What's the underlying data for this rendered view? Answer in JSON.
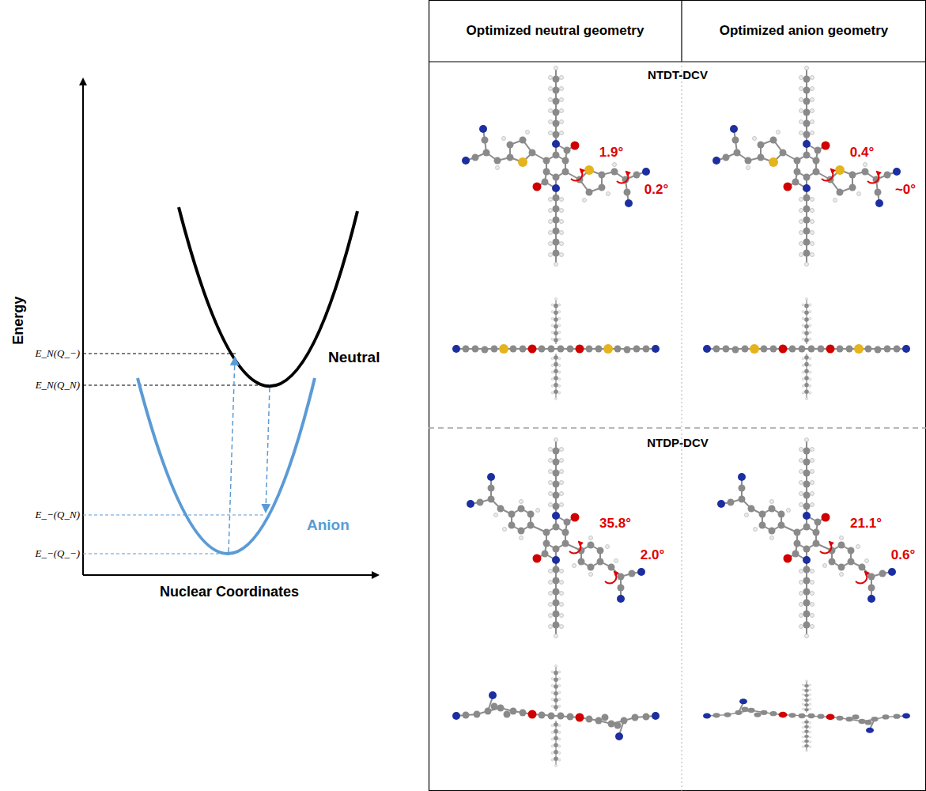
{
  "diagram": {
    "nodes": [
      {
        "text": [
          "Optimized neutral geometry"
        ]
      },
      {
        "text": [
          "Optimized anion geometry"
        ]
      }
    ],
    "labels": [
      "Energy",
      "Nuclear Coordinates",
      "E_N(Q_−)",
      "E_N(Q_N)",
      "E_−(Q_N)",
      "E_−(Q_−)",
      "Neutral",
      "Anion",
      "NTDT-DCV",
      "1.9°",
      "0.2°",
      "0.4°",
      "~0°",
      "NTDP-DCV",
      "35.8°",
      "2.0°",
      "21.1°",
      "0.6°"
    ]
  }
}
